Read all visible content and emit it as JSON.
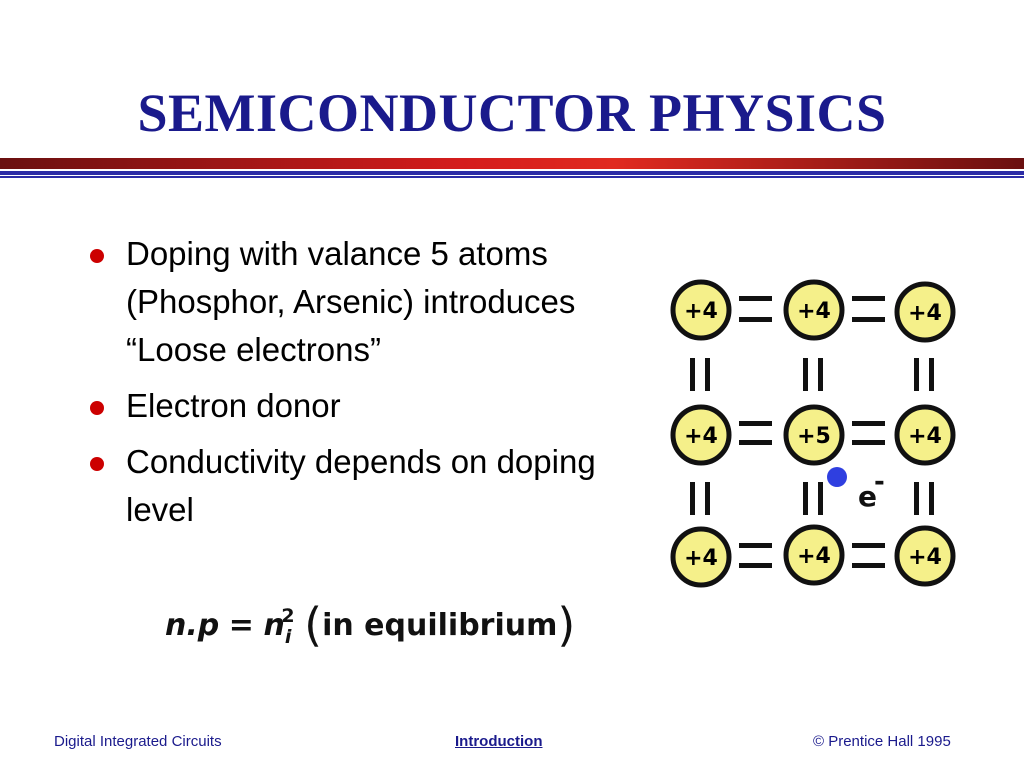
{
  "slide": {
    "title": "SEMICONDUCTOR PHYSICS",
    "bullets": [
      "Doping with valance 5 atoms (Phosphor, Arsenic) introduces “Loose electrons”",
      "Electron donor",
      "Conductivity depends on doping level"
    ],
    "formula": {
      "lhs": "n.p",
      "eq": "=",
      "n": "n",
      "sub": "i",
      "sup": "2",
      "open_paren": "(",
      "text": "in equilibrium",
      "close_paren": ")"
    }
  },
  "lattice": {
    "atoms": [
      [
        "+4",
        "+4",
        "+4"
      ],
      [
        "+4",
        "+5",
        "+4"
      ],
      [
        "+4",
        "+4",
        "+4"
      ]
    ],
    "electron_label": "e",
    "electron_charge": "-",
    "atom_fill": "#f5f08a",
    "electron_color": "#2f3fe0"
  },
  "footer": {
    "left": "Digital Integrated Circuits",
    "center": "Introduction",
    "right": "© Prentice Hall 1995"
  },
  "colors": {
    "title": "#1a1a8c",
    "rule_red": "#d41c1c",
    "rule_blue": "#2b2ba6",
    "bullet": "#cc0000"
  }
}
